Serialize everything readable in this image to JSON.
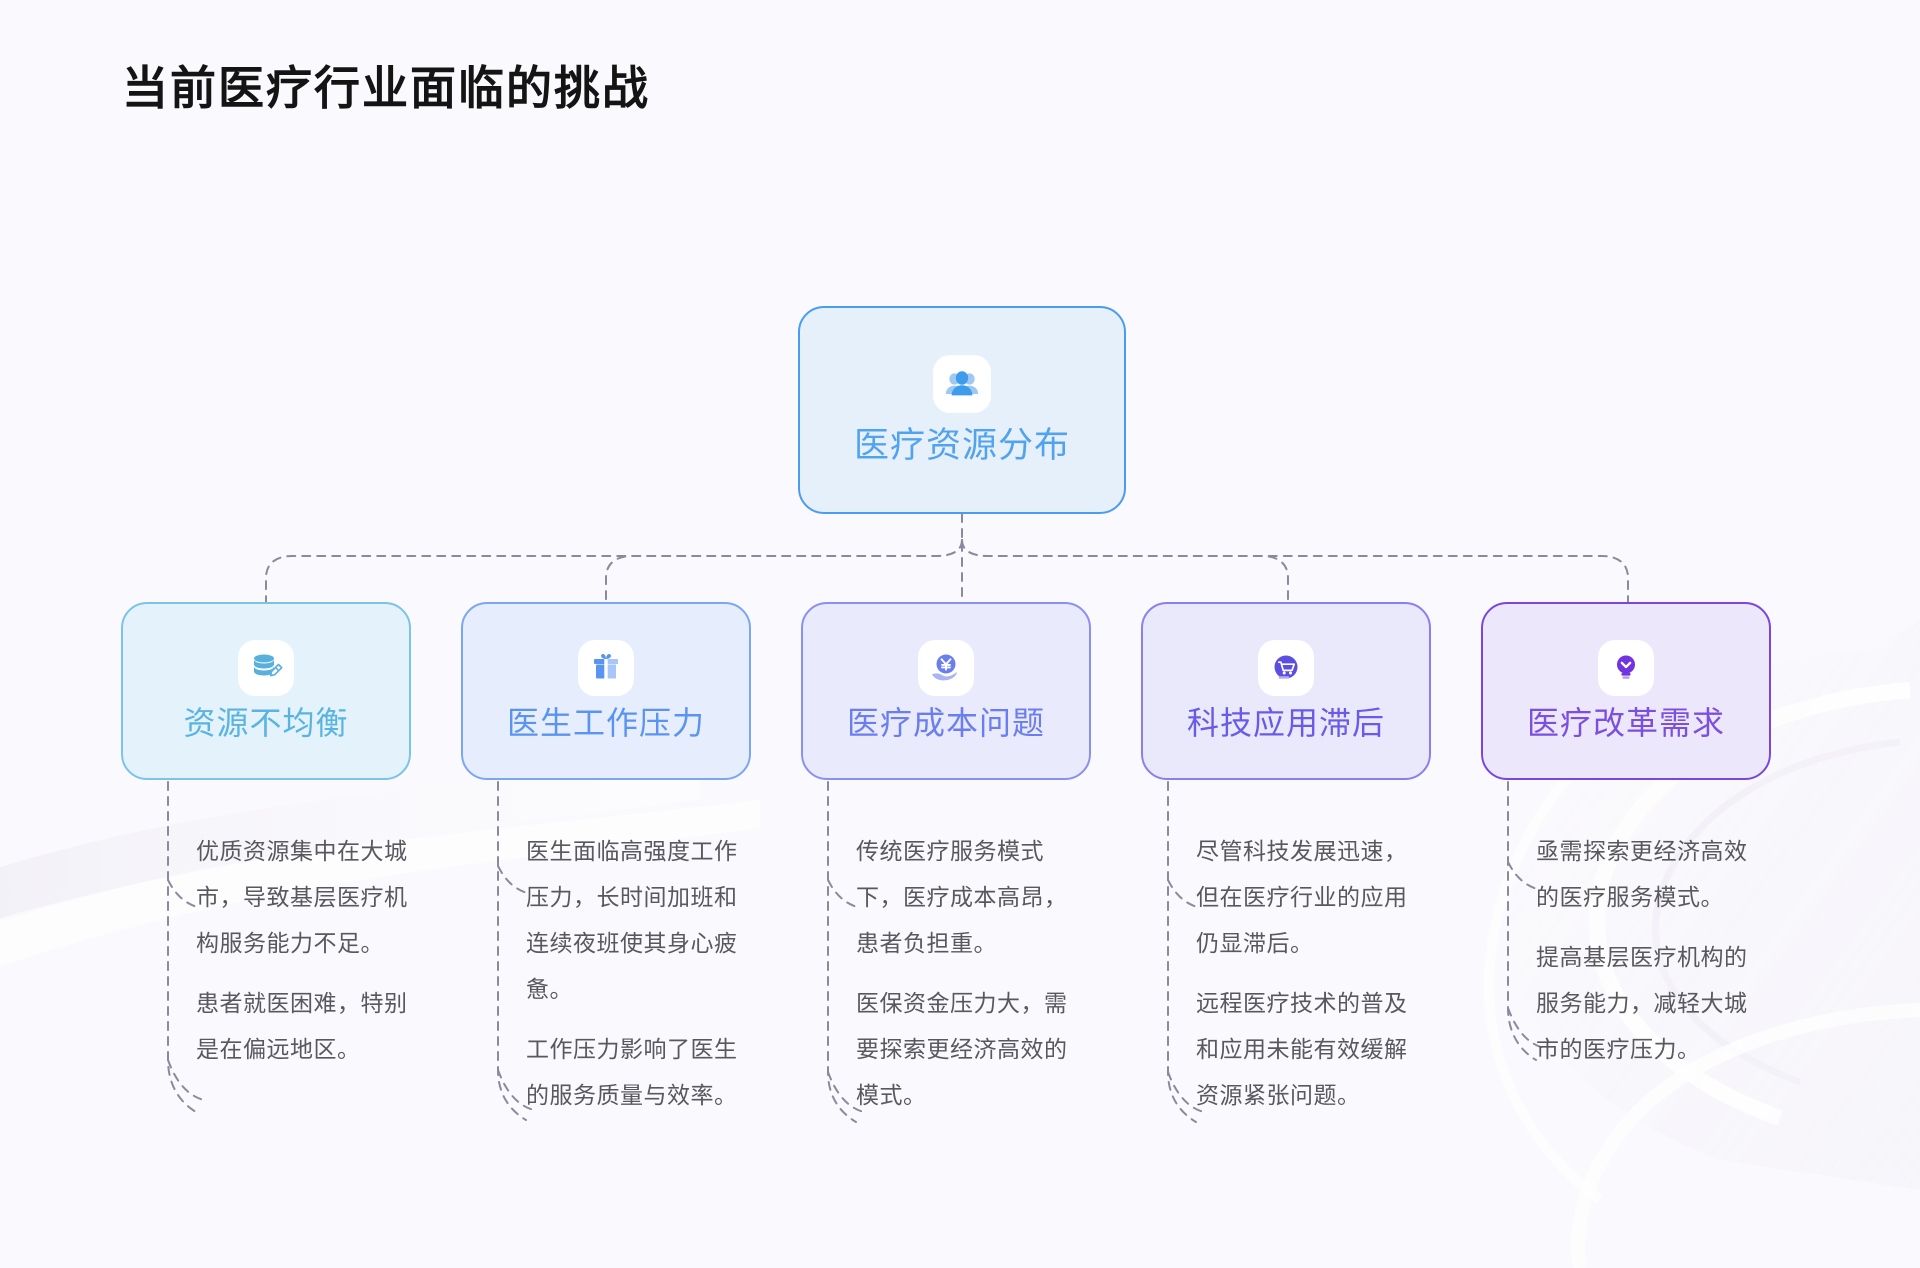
{
  "page": {
    "title": "当前医疗行业面临的挑战",
    "background_color": "#faf9fd"
  },
  "chart_data": {
    "type": "diagram",
    "diagram_kind": "mind-map",
    "title": "当前医疗行业面临的挑战",
    "root": {
      "label": "医疗资源分布",
      "icon": "users-icon",
      "color": "#52a3ee",
      "border_color": "#4a9cf0",
      "fill_color": "#e6f0fb"
    },
    "branches": [
      {
        "label": "资源不均衡",
        "icon": "database-edit-icon",
        "color": "#5ab4e2",
        "border_color": "#7cc3e8",
        "fill_color": "#e3f2fb",
        "icon_color": "#58b0dd",
        "details": [
          "优质资源集中在大城市，导致基层医疗机构服务能力不足。",
          "患者就医困难，特别是在偏远地区。"
        ]
      },
      {
        "label": "医生工作压力",
        "icon": "gift-box-icon",
        "color": "#5b94f0",
        "border_color": "#7ba6f2",
        "fill_color": "#e6eefd",
        "icon_color": "#5b94f0",
        "details": [
          "医生面临高强度工作压力，长时间加班和连续夜班使其身心疲惫。",
          "工作压力影响了医生的服务质量与效率。"
        ]
      },
      {
        "label": "医疗成本问题",
        "icon": "hand-holding-yuan-icon",
        "color": "#6b7ef0",
        "border_color": "#8b8ff0",
        "fill_color": "#e9eafc",
        "icon_color": "#6b7ef0",
        "details": [
          "传统医疗服务模式下，医疗成本高昂，患者负担重。",
          "医保资金压力大，需要探索更经济高效的模式。"
        ]
      },
      {
        "label": "科技应用滞后",
        "icon": "shopping-cart-icon",
        "color": "#6a5ae8",
        "border_color": "#8a7ef0",
        "fill_color": "#eae9fb",
        "icon_color": "#5c4ee0",
        "details": [
          "尽管科技发展迅速，但在医疗行业的应用仍显滞后。",
          "远程医疗技术的普及和应用未能有效缓解资源紧张问题。"
        ]
      },
      {
        "label": "医疗改革需求",
        "icon": "lightbulb-icon",
        "color": "#7c4fe0",
        "border_color": "#7b46e0",
        "fill_color": "#ece7fb",
        "icon_color": "#7233e0",
        "details": [
          "亟需探索更经济高效的医疗服务模式。",
          "提高基层医疗机构的服务能力，减轻大城市的医疗压力。"
        ]
      }
    ],
    "connector_style": {
      "stroke": "#8a8a9e",
      "dash": "8 7",
      "width": 2
    }
  }
}
